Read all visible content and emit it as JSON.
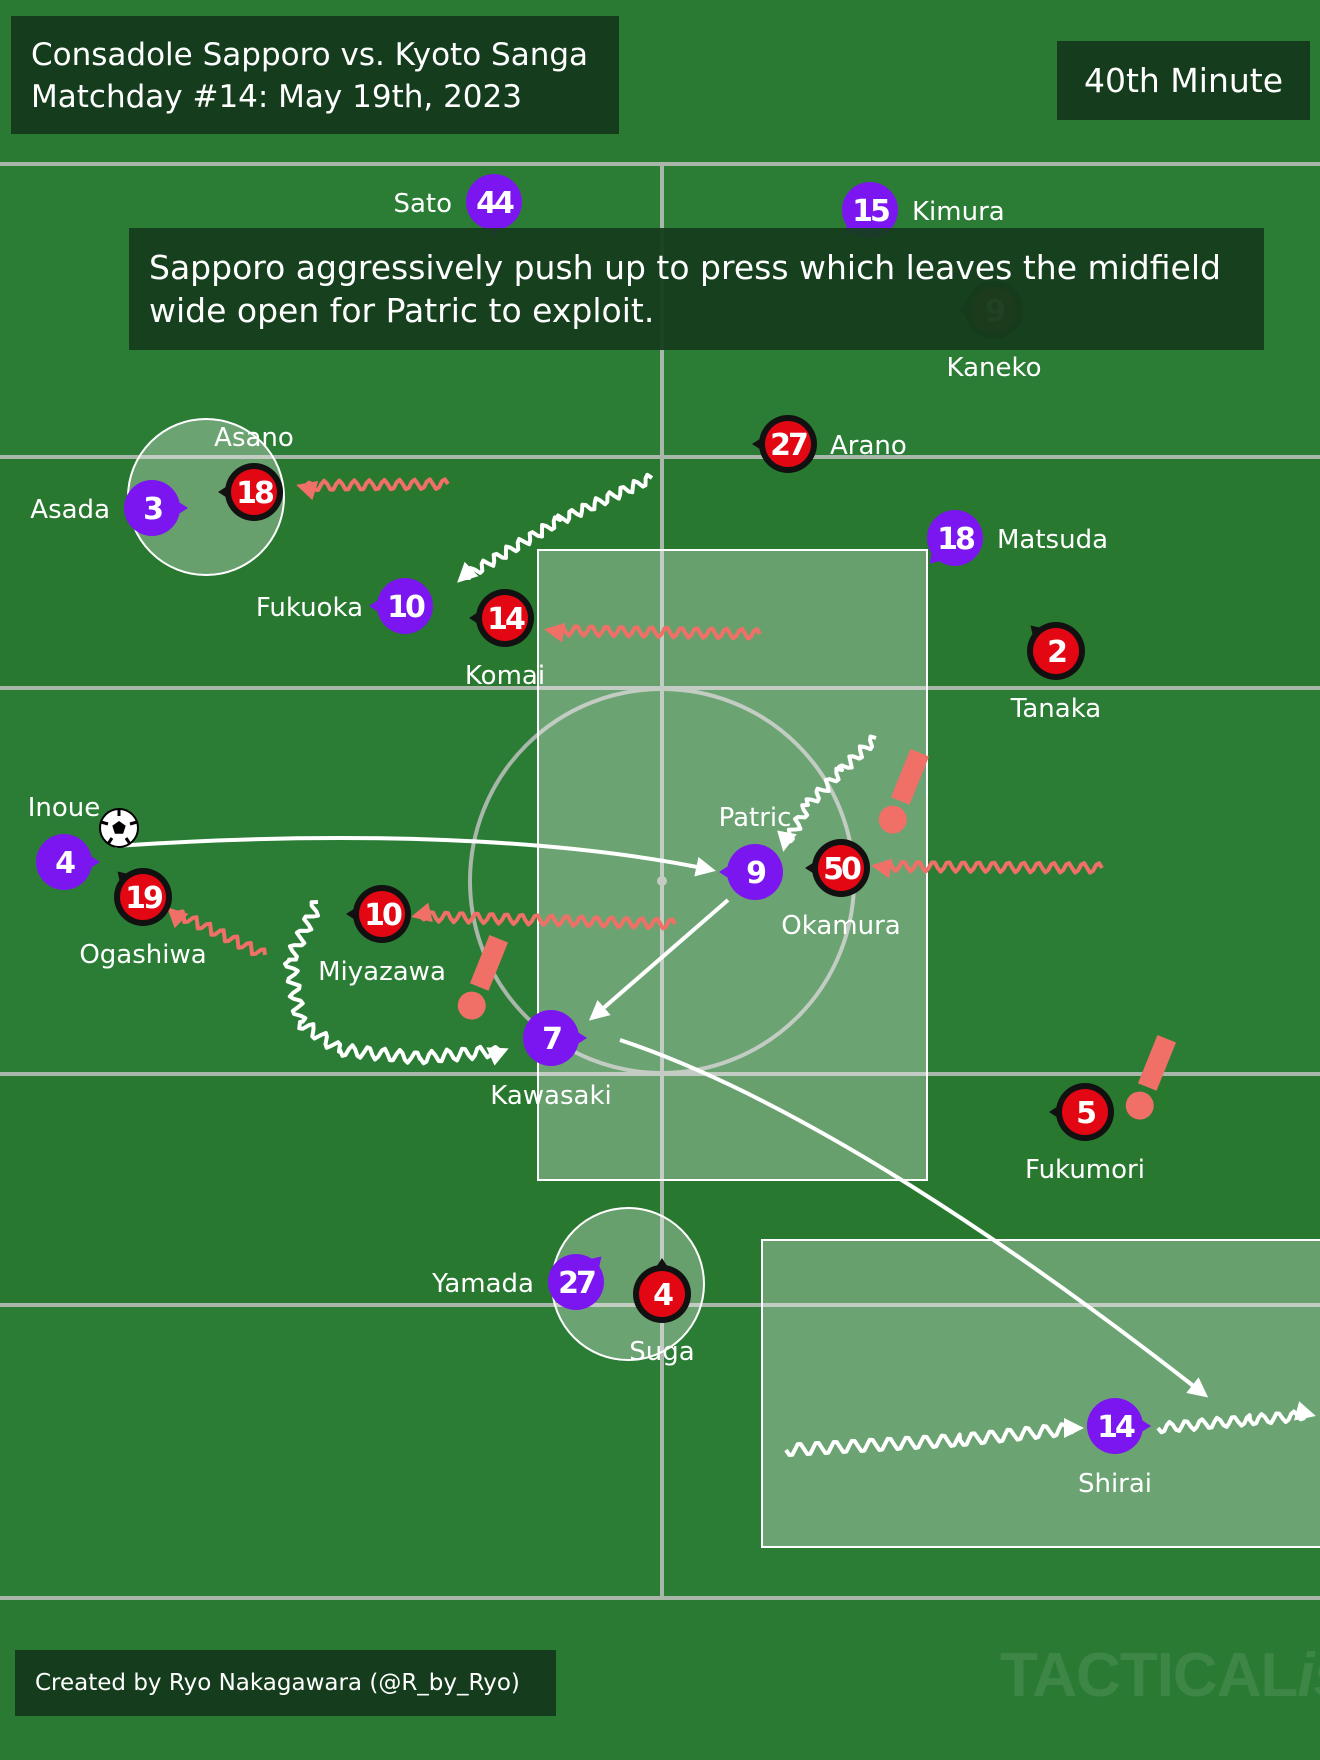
{
  "header": {
    "title_line1": "Consadole Sapporo vs. Kyoto Sanga",
    "title_line2": "Matchday #14: May 19th, 2023",
    "minute": "40th Minute"
  },
  "annotation": {
    "text_line1": "Sapporo aggressively push up to press which leaves the midfield",
    "text_line2": "wide open for Patric to exploit."
  },
  "footer": {
    "credit": "Created by Ryo Nakagawara (@R_by_Ryo)",
    "brand_main": "TACTICAL",
    "brand_suffix": "ista"
  },
  "colors": {
    "pitch": "#2a7a34",
    "line": "#a9b7aa",
    "kyoto": "#7b16f0",
    "sapporo": "#e30613",
    "press_arrow": "#f07068",
    "run_arrow": "#ffffff",
    "highlight": "#ffffff"
  },
  "players": {
    "kyoto": [
      {
        "name": "Sato",
        "number": "44"
      },
      {
        "name": "Kimura",
        "number": "15"
      },
      {
        "name": "Asada",
        "number": "3"
      },
      {
        "name": "Fukuoka",
        "number": "10"
      },
      {
        "name": "Matsuda",
        "number": "18"
      },
      {
        "name": "Inoue",
        "number": "4"
      },
      {
        "name": "Patric",
        "number": "9"
      },
      {
        "name": "Kawasaki",
        "number": "7"
      },
      {
        "name": "Yamada",
        "number": "27"
      },
      {
        "name": "Shirai",
        "number": "14"
      }
    ],
    "sapporo": [
      {
        "name": "Kaneko",
        "number": "9"
      },
      {
        "name": "Asano",
        "number": "18"
      },
      {
        "name": "Arano",
        "number": "27"
      },
      {
        "name": "Komai",
        "number": "14"
      },
      {
        "name": "Tanaka",
        "number": "2"
      },
      {
        "name": "Okamura",
        "number": "50"
      },
      {
        "name": "Ogashiwa",
        "number": "19"
      },
      {
        "name": "Miyazawa",
        "number": "10"
      },
      {
        "name": "Fukumori",
        "number": "5"
      },
      {
        "name": "Suga",
        "number": "4"
      }
    ]
  },
  "ball_icon": "soccer-ball-icon",
  "alert_icon": "exclamation-icon"
}
